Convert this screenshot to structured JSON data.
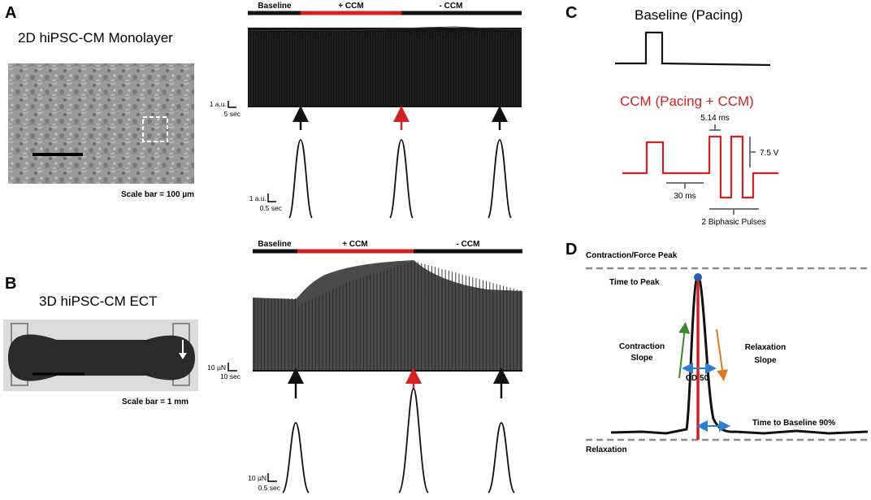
{
  "panels": {
    "A": {
      "letter": "A",
      "title": "2D hiPSC-CM Monolayer",
      "scale_text": "Scale bar = 100 µm",
      "phases": [
        "Baseline",
        "+ CCM",
        "- CCM"
      ],
      "trace_scale_y": "1 a.u.",
      "trace_scale_x": "5 sec",
      "beat_scale_y": "1 a.u.",
      "beat_scale_x": "0.5 sec"
    },
    "B": {
      "letter": "B",
      "title": "3D hiPSC-CM ECT",
      "scale_text": "Scale bar = 1 mm",
      "phases": [
        "Baseline",
        "+ CCM",
        "- CCM"
      ],
      "trace_scale_y": "10 µN",
      "trace_scale_x": "10 sec",
      "beat_scale_y": "10 µN",
      "beat_scale_x": "0.5 sec"
    },
    "C": {
      "letter": "C",
      "baseline_title": "Baseline (Pacing)",
      "ccm_title": "CCM (Pacing + CCM)",
      "pulse_width": "5.14 ms",
      "amplitude": "7.5 V",
      "delay": "30 ms",
      "pulses": "2 Biphasic Pulses"
    },
    "D": {
      "letter": "D",
      "peak_label": "Contraction/Force Peak",
      "time_to_peak": "Time to Peak",
      "contraction_slope_1": "Contraction",
      "contraction_slope_2": "Slope",
      "relaxation_slope_1": "Relaxation",
      "relaxation_slope_2": "Slope",
      "cd50": "CD  50",
      "time_to_baseline": "Time to Baseline 90%",
      "relaxation": "Relaxation"
    }
  },
  "colors": {
    "ccm_red": "#d42020",
    "trace_black": "#111111",
    "dash_gray": "#8c8c8c",
    "arrow_blue": "#2f7fd0",
    "arrow_green": "#3a8a2e",
    "arrow_orange": "#e07a1f",
    "marker_blue": "#2a5db0"
  }
}
